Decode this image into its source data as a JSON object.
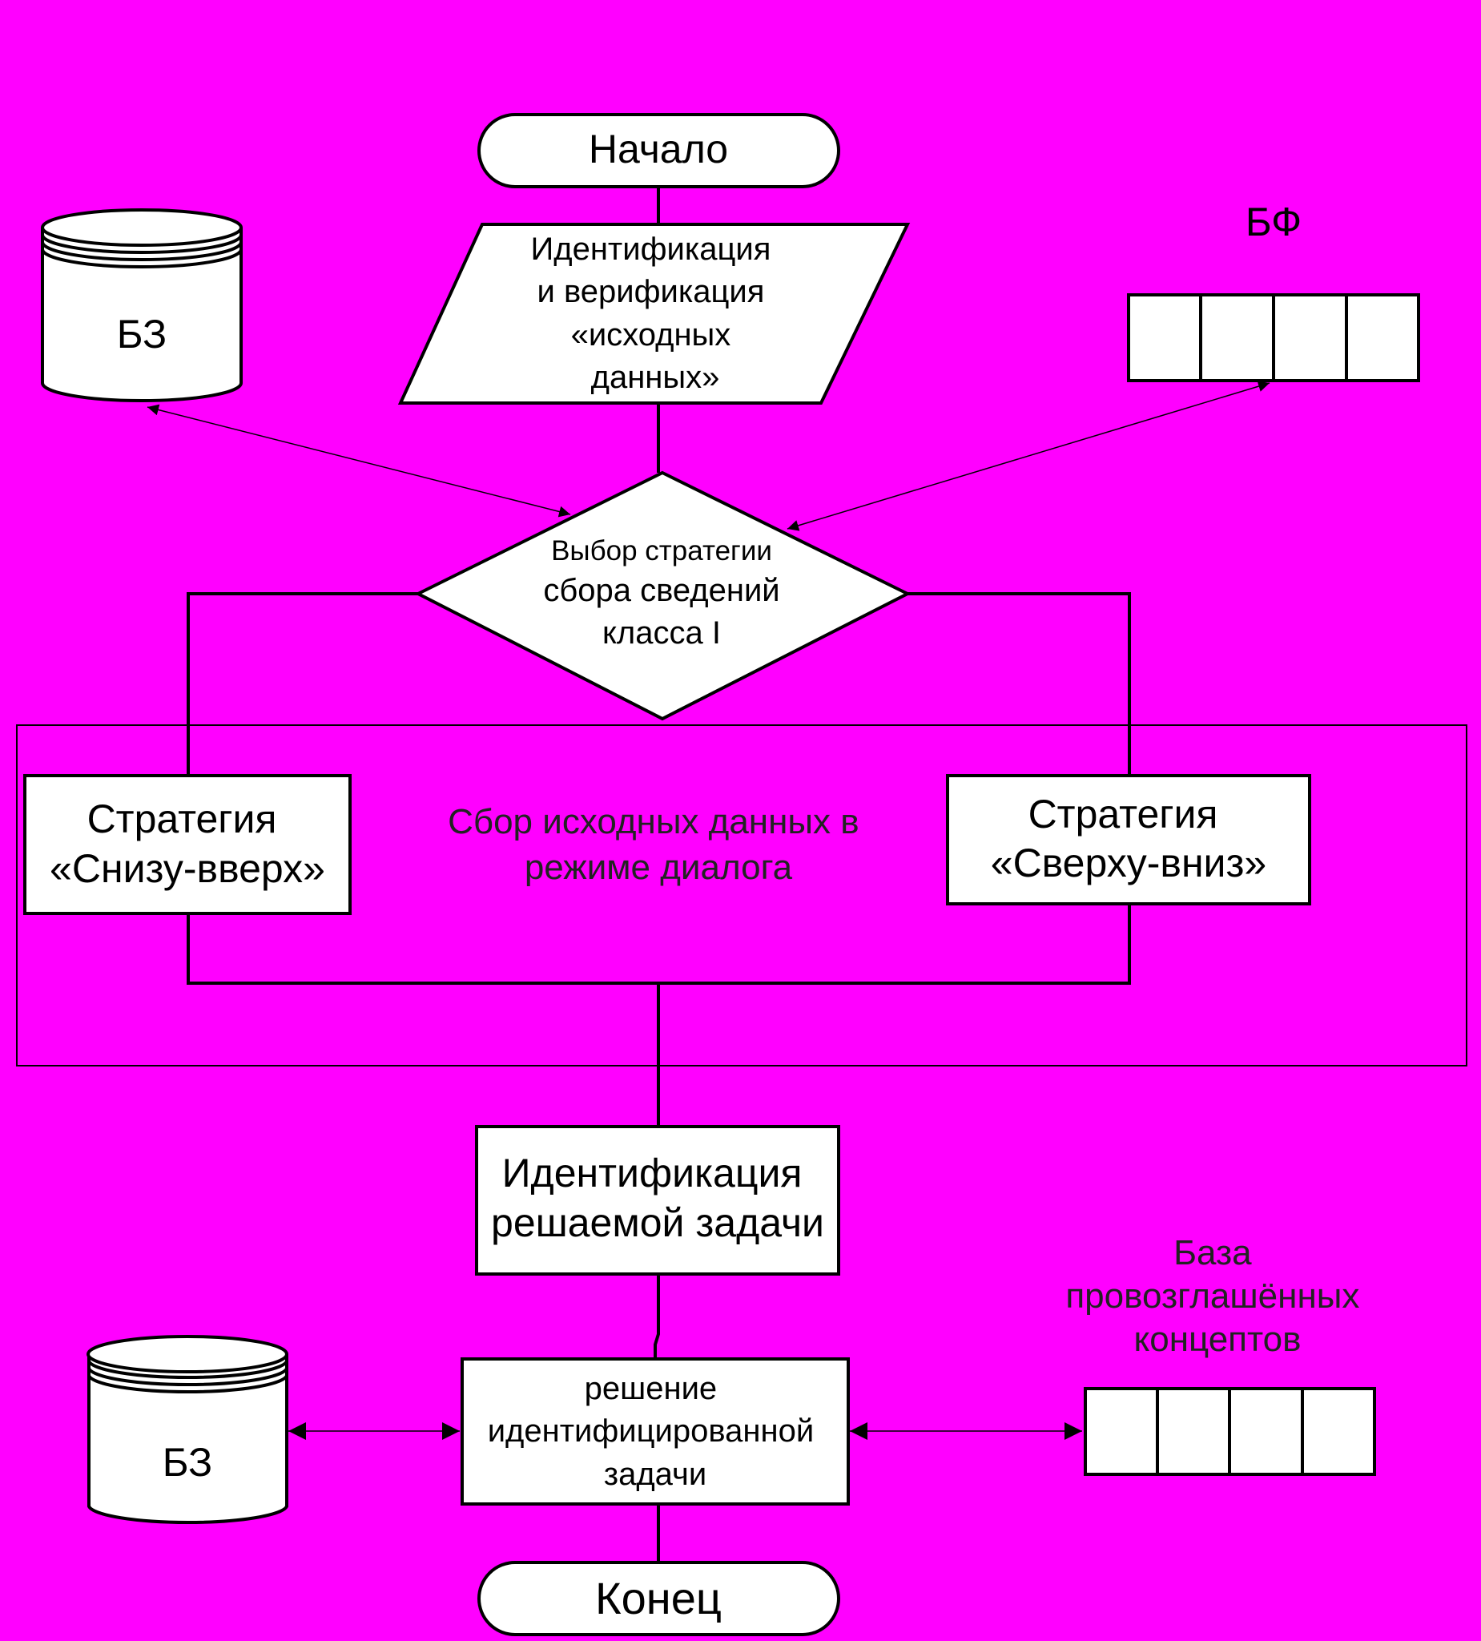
{
  "nodes": {
    "start": "Начало",
    "input": [
      "Идентификация",
      "и верификация",
      "«исходных",
      "данных»"
    ],
    "decision": [
      "Выбор стратегии",
      "сбора сведений",
      "класса I"
    ],
    "strategy_left": [
      "Стратегия",
      "«Снизу-вверх»"
    ],
    "strategy_right": [
      "Стратегия",
      "«Сверху-вниз»"
    ],
    "dialog_group": [
      "Сбор исходных данных в",
      "режиме диалога"
    ],
    "identify_task": [
      "Идентификация",
      "решаемой задачи"
    ],
    "solve_task": [
      "решение",
      "идентифицированной",
      "задачи"
    ],
    "end": "Конец"
  },
  "stores": {
    "kb_top": "БЗ",
    "kb_bottom": "БЗ",
    "fact_base_label": "БФ",
    "concept_base_label": [
      "База",
      "провозглашённых",
      "концептов"
    ]
  },
  "colors": {
    "background": "#ff00ff",
    "shape_fill": "#ffffff",
    "stroke": "#000000"
  }
}
